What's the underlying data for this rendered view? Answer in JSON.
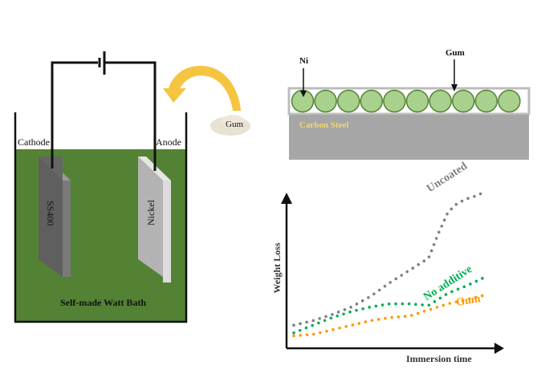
{
  "cell": {
    "cathode_label": "Cathode",
    "anode_label": "Anode",
    "cathode_plate_label": "SS400",
    "anode_plate_label": "Nickel",
    "bath_label": "Self-made Watt Bath",
    "additive_label": "Gum",
    "colors": {
      "bath": "#548235",
      "cathode_plate": "#666666",
      "anode_plate": "#b3b3b3",
      "arrow": "#f5c542"
    }
  },
  "coating": {
    "ni_label": "Ni",
    "gum_label": "Gum",
    "substrate_label": "Carbon Steel",
    "particle_count": 10,
    "colors": {
      "particle": "#a9d18e",
      "particle_border": "#548235",
      "substrate": "#a6a6a6",
      "substrate_text": "#f5d76e"
    }
  },
  "chart_data": {
    "type": "line",
    "title": "",
    "xlabel": "Immersion time",
    "ylabel": "Weight Loss",
    "xlim": [
      0,
      100
    ],
    "ylim": [
      0,
      100
    ],
    "grid": false,
    "series": [
      {
        "name": "Uncoated",
        "color": "#7f7f7f",
        "x": [
          0,
          10,
          20,
          30,
          40,
          50,
          60,
          70,
          75,
          80,
          85,
          90,
          95,
          100
        ],
        "y": [
          12,
          15,
          19,
          24,
          31,
          40,
          48,
          56,
          72,
          86,
          92,
          95,
          97,
          100
        ]
      },
      {
        "name": "No additive",
        "color": "#00b050",
        "x": [
          0,
          10,
          20,
          30,
          40,
          50,
          60,
          70,
          75,
          80,
          90,
          100
        ],
        "y": [
          7,
          12,
          17,
          21,
          24,
          26,
          26,
          25,
          29,
          33,
          38,
          44
        ]
      },
      {
        "name": "Gum",
        "color": "#ff9900",
        "x": [
          0,
          10,
          20,
          30,
          40,
          50,
          60,
          70,
          80,
          90,
          100
        ],
        "y": [
          5,
          6,
          9,
          12,
          15,
          17,
          18,
          22,
          26,
          29,
          32
        ]
      }
    ]
  }
}
